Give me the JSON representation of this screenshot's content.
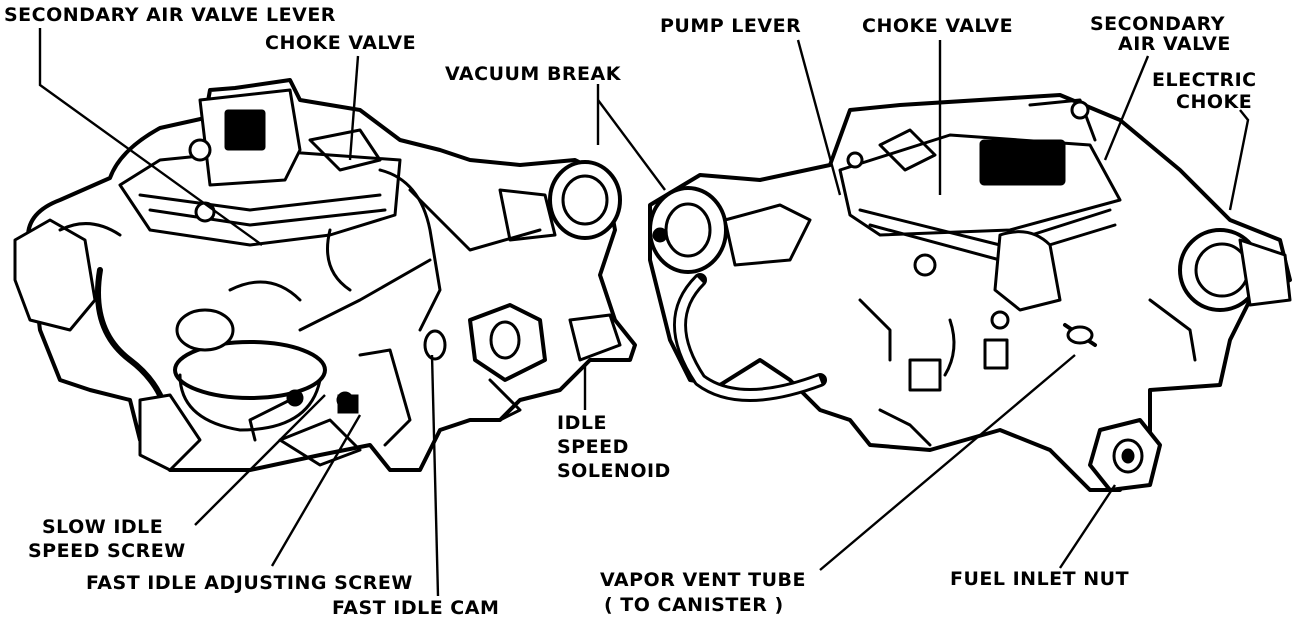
{
  "labels": {
    "secondary_air_valve_lever": "SECONDARY AIR VALVE LEVER",
    "choke_valve_left": "CHOKE  VALVE",
    "vacuum_break": "VACUUM BREAK",
    "pump_lever": "PUMP LEVER",
    "choke_valve_right": "CHOKE VALVE",
    "secondary_air_valve_line1": "SECONDARY",
    "secondary_air_valve_line2": "AIR  VALVE",
    "electric_choke_line1": "ELECTRIC",
    "electric_choke_line2": "CHOKE",
    "idle_speed_solenoid_line1": "IDLE",
    "idle_speed_solenoid_line2": "SPEED",
    "idle_speed_solenoid_line3": "SOLENOID",
    "slow_idle_speed_screw_line1": "SLOW IDLE",
    "slow_idle_speed_screw_line2": "SPEED SCREW",
    "fast_idle_adjusting_screw": "FAST IDLE ADJUSTING SCREW",
    "fast_idle_cam": "FAST IDLE CAM",
    "vapor_vent_tube_line1": "VAPOR VENT TUBE",
    "vapor_vent_tube_line2": "( TO CANISTER )",
    "fuel_inlet_nut": "FUEL  INLET NUT"
  },
  "colors": {
    "ink": "#000000",
    "paper": "#ffffff"
  }
}
